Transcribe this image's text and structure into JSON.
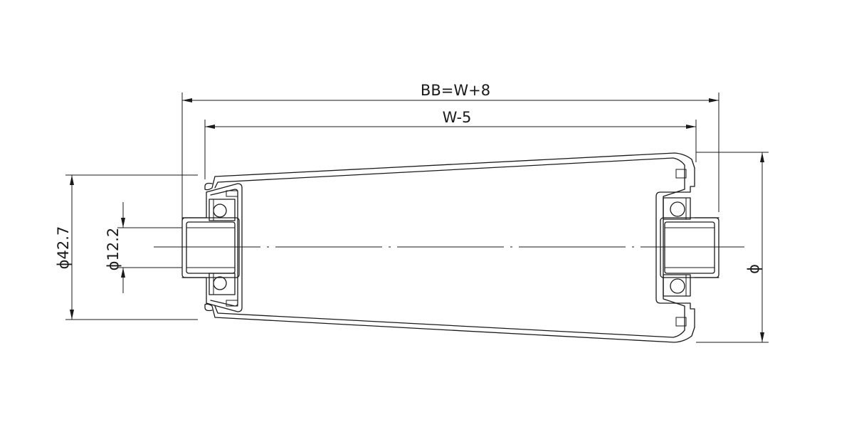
{
  "drawing": {
    "dim_overall": "BB=W+8",
    "dim_tube_length": "W-5",
    "dim_outer_diameter": "ϕ42.7",
    "dim_shaft_diameter": "ϕ12.2",
    "dim_tapered_diameter": "ϕ"
  },
  "colors": {
    "line": "#1a1a1a",
    "background": "#ffffff"
  }
}
